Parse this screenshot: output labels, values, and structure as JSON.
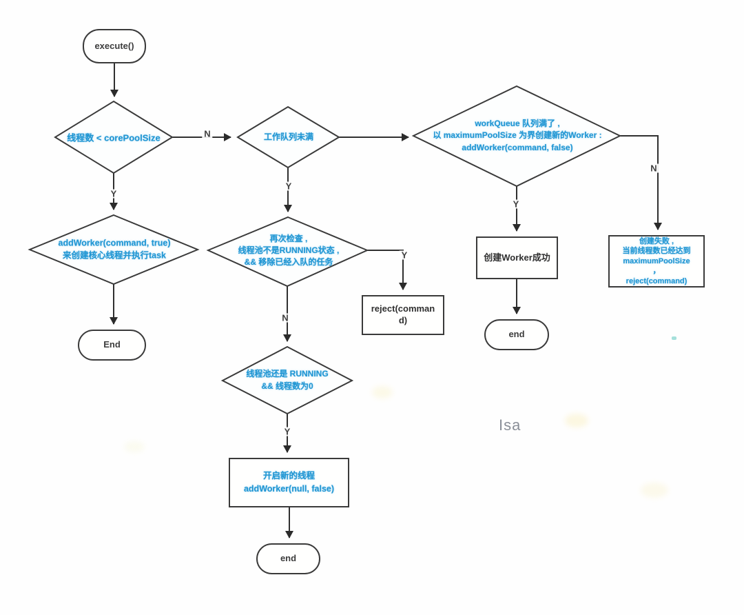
{
  "colors": {
    "accent_blue": "#2196d3",
    "line_dark": "#3a3a3a",
    "text_dark": "#3c3c3c",
    "watermark_gray": "#8a8f98",
    "artifact_teal": "#8fd8d2"
  },
  "nodes": {
    "start": {
      "label": "execute()"
    },
    "decision_core_pool": {
      "label": "线程数 < corePoolSize"
    },
    "decision_queue_not_full": {
      "label": "工作队列未满"
    },
    "decision_queue_full_create_worker": {
      "label": "workQueue 队列满了 ,\n以 maximumPoolSize 为界创建新的Worker :\naddWorker(command, false)"
    },
    "decision_add_core_worker": {
      "label": "addWorker(command, true)\n来创建核心线程并执行task"
    },
    "terminal_end_left": {
      "label": "End"
    },
    "decision_recheck": {
      "label": "再次检查 ,\n线程池不是RUNNING状态 ,\n&& 移除已经入队的任务"
    },
    "process_reject": {
      "label": "reject(comman\nd)"
    },
    "decision_still_running": {
      "label": "线程池还是 RUNNING\n&& 线程数为0"
    },
    "process_new_thread": {
      "label": "开启新的线程\naddWorker(null, false)"
    },
    "terminal_end_bottom": {
      "label": "end"
    },
    "process_worker_created": {
      "label": "创建Worker成功"
    },
    "terminal_end_right": {
      "label": "end"
    },
    "process_create_failed": {
      "label": "创建失败 ,\n当前线程数已经达到\nmaximumPoolSize\n，\nreject(command)"
    }
  },
  "edge_labels": {
    "core_no": "N",
    "core_yes": "Y",
    "queue_yes": "Y",
    "recheck_yes": "Y",
    "recheck_no": "N",
    "running_yes": "Y",
    "full_yes": "Y",
    "full_no": "N"
  },
  "watermark": {
    "text": "Isa"
  }
}
